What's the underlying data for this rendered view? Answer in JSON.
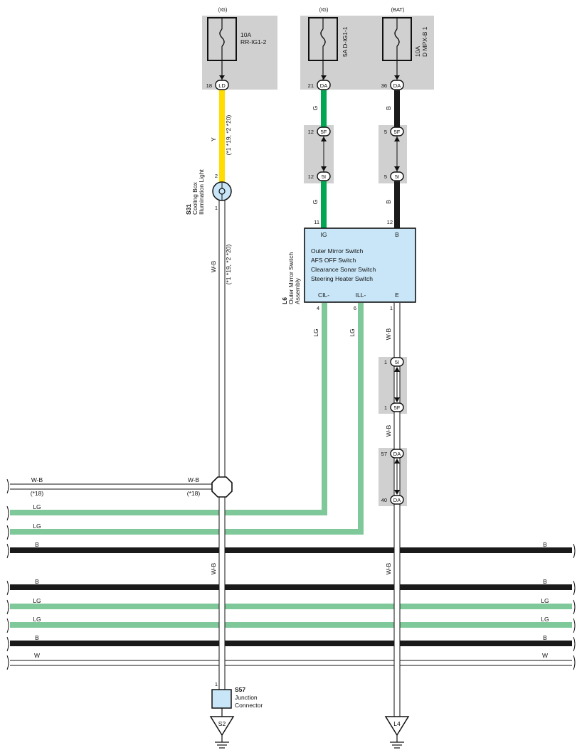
{
  "colors": {
    "yellow": "#FFDD00",
    "green": "#00A651",
    "black": "#1A1A1A",
    "light_green": "#7FC89A",
    "box_gray": "#D0D0D0",
    "component_blue": "#C8E6F8"
  },
  "fuses": {
    "rr_ig1_2": {
      "source": "(IG)",
      "amp": "10A",
      "name": "RR-IG1-2"
    },
    "d_ig1_1": {
      "source": "(IG)",
      "text": "5A D-IG1-1"
    },
    "d_mpx_b1": {
      "source": "(BAT)",
      "amp": "10A",
      "name": "D MPX-B 1"
    }
  },
  "connectors": {
    "ld": {
      "pin": "18",
      "code": "LD"
    },
    "da_ig": {
      "pin": "21",
      "code": "DA"
    },
    "da_bat": {
      "pin": "36",
      "code": "DA"
    },
    "f5_g": {
      "pin": "12",
      "code": "5F"
    },
    "i5_g": {
      "pin": "12",
      "code": "5I"
    },
    "f5_b": {
      "pin": "5",
      "code": "5F"
    },
    "i5_b": {
      "pin": "5",
      "code": "5I"
    },
    "i5_e": {
      "pin": "1",
      "code": "5I"
    },
    "f5_e": {
      "pin": "1",
      "code": "5F"
    },
    "da_57": {
      "pin": "57",
      "code": "DA"
    },
    "da_40": {
      "pin": "40",
      "code": "DA"
    }
  },
  "wires": {
    "y": "Y",
    "y_note": "(*1 *19, *2 *20)",
    "wb_lamp": "W-B",
    "wb_lamp_note": "(*1 *19, *2 *20)",
    "g_top": "G",
    "g_bottom": "G",
    "b_top": "B",
    "b_bottom": "B",
    "lg_cil": "LG",
    "lg_ill": "LG",
    "wb_e1": "W-B",
    "wb_e2": "W-B",
    "wb_e3": "W-B",
    "wb_ground": "W-B"
  },
  "lamp": {
    "code": "S31",
    "name_1": "Cooling Box",
    "name_2": "Illumination Light",
    "pin_top": "2",
    "pin_bottom": "1"
  },
  "switch": {
    "code": "L6",
    "name_1": "Outer Mirror Switch",
    "name_2": "Assembly",
    "functions": [
      "Outer Mirror Switch",
      "AFS OFF Switch",
      "Clearance Sonar Switch",
      "Steering Heater Switch"
    ],
    "terminals": {
      "ig": "IG",
      "b": "B",
      "cil": "CIL-",
      "ill": "ILL-",
      "e": "E"
    },
    "pins": {
      "ig": "11",
      "b": "12",
      "cil": "4",
      "ill": "6",
      "e": "1"
    }
  },
  "bus": {
    "wb_left": "W-B",
    "wb_left_note": "(*18)",
    "wb_mid": "W-B",
    "wb_mid_note": "(*18)",
    "lg1": "LG",
    "lg2": "LG",
    "b1_left": "B",
    "b1_right": "B",
    "b2_left": "B",
    "b2_right": "B",
    "lg3_left": "LG",
    "lg3_right": "LG",
    "lg4_left": "LG",
    "lg4_right": "LG",
    "b3_left": "B",
    "b3_right": "B",
    "w_left": "W",
    "w_right": "W"
  },
  "junction": {
    "code": "S57",
    "name_1": "Junction",
    "name_2": "Connector",
    "pin": "1"
  },
  "grounds": {
    "s2": "S2",
    "l4": "L4"
  }
}
